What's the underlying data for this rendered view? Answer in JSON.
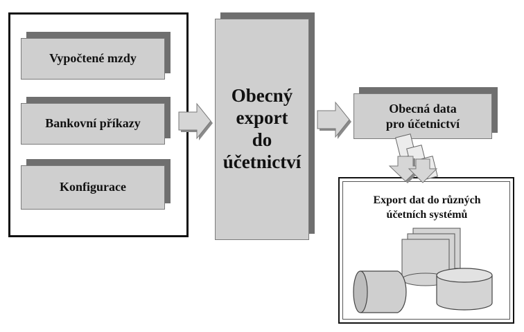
{
  "inputs": {
    "items": [
      {
        "label": "Vypočtené mzdy"
      },
      {
        "label": "Bankovní příkazy"
      },
      {
        "label": "Konfigurace"
      }
    ]
  },
  "center": {
    "lines": [
      "Obecný",
      "export",
      "do",
      "účetnictví"
    ]
  },
  "general_data": {
    "lines": [
      "Obecná data",
      "pro účetnictví"
    ]
  },
  "export_target": {
    "lines": [
      "Export dat do různých",
      "účetních systémů"
    ]
  },
  "colors": {
    "box_fill": "#cfcfcf",
    "shadow": "#6f6f6f",
    "frame": "#111111"
  }
}
